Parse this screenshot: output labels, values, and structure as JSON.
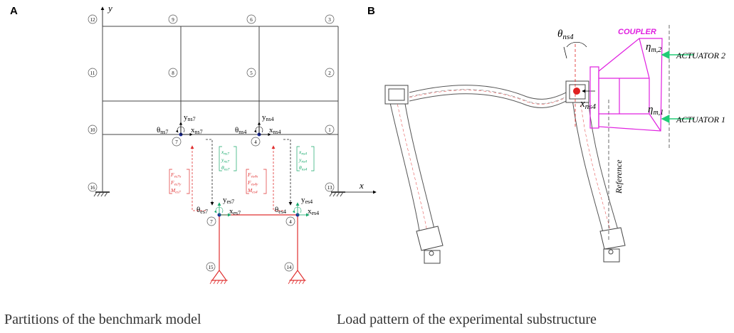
{
  "panel_a": {
    "letter": "A",
    "caption": "Partitions of the benchmark model",
    "axis_y": "y",
    "axis_x": "x",
    "nodes": [
      "12",
      "9",
      "6",
      "3",
      "11",
      "8",
      "5",
      "2",
      "10",
      "7",
      "4",
      "1",
      "16",
      "13",
      "7",
      "4",
      "15",
      "14"
    ],
    "ns7": {
      "theta": "θ",
      "theta_sub": "ns7",
      "y": "y",
      "y_sub": "ns7",
      "x": "x",
      "x_sub": "ns7"
    },
    "ns4": {
      "theta": "θ",
      "theta_sub": "ns4",
      "y": "y",
      "y_sub": "ns4",
      "x": "x",
      "x_sub": "ns4"
    },
    "es7": {
      "theta": "θ",
      "theta_sub": "es7",
      "y": "y",
      "y_sub": "es7",
      "x": "x",
      "x_sub": "es7"
    },
    "es4": {
      "theta": "θ",
      "theta_sub": "es4",
      "y": "y",
      "y_sub": "es4",
      "x": "x",
      "x_sub": "es4"
    },
    "force7": [
      "F",
      "es7x",
      "F",
      "es7y",
      "M",
      "es7"
    ],
    "force4": [
      "F",
      "es4x",
      "F",
      "es4y",
      "M",
      "es4"
    ],
    "disp7": [
      "x",
      "ns7",
      "y",
      "ns7",
      "θ",
      "ns7"
    ],
    "disp4": [
      "x",
      "ns4",
      "y",
      "ns4",
      "θ",
      "ns4"
    ],
    "colors": {
      "red": "#e03030",
      "green": "#17a86b",
      "node_dot": "#1a2a9a"
    }
  },
  "panel_b": {
    "letter": "B",
    "caption": "Load pattern of the experimental substructure",
    "coupler": "COUPLER",
    "actuator2": "ACTUATOR 2",
    "actuator1": "ACTUATOR 1",
    "eta2": "η",
    "eta2_sub": "m,2",
    "eta1": "η",
    "eta1_sub": "m,1",
    "theta": "θ",
    "theta_sub": "ns4",
    "x": "x",
    "x_sub": "ns4",
    "reference": "Reference",
    "colors": {
      "coupler": "#e020e0",
      "actuator": "#22cc77",
      "red": "#e02020"
    }
  }
}
